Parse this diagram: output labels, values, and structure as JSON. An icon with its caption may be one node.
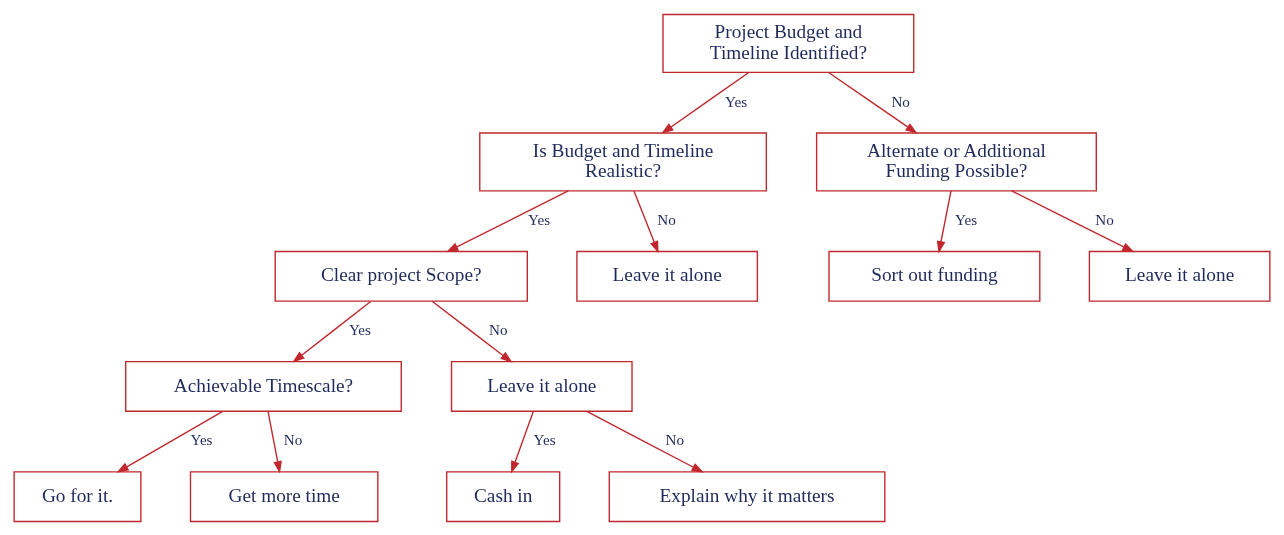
{
  "diagram": {
    "nodes": [
      {
        "text": [
          "Project Budget and Timeline Identified?"
        ]
      },
      {
        "text": [
          "Is Budget and Timeline Realistic?"
        ]
      },
      {
        "text": [
          "Alternate or Additional Funding Possible?"
        ]
      },
      {
        "text": [
          "Clear project Scope?"
        ]
      },
      {
        "text": [
          "Leave it alone"
        ]
      },
      {
        "text": [
          "Sort out funding"
        ]
      },
      {
        "text": [
          "Leave it alone"
        ]
      },
      {
        "text": [
          "Achievable Timescale?"
        ]
      },
      {
        "text": [
          "Leave it alone"
        ]
      },
      {
        "text": [
          "Go for it."
        ]
      },
      {
        "text": [
          "Get more time"
        ]
      },
      {
        "text": [
          "Cash in"
        ]
      },
      {
        "text": [
          "Explain why it matters"
        ]
      }
    ],
    "edges": [
      {
        "from": 0,
        "to": 1,
        "arrow": "to",
        "label": "Yes"
      },
      {
        "from": 0,
        "to": 2,
        "arrow": "to",
        "label": "No"
      },
      {
        "from": 1,
        "to": 3,
        "arrow": "to",
        "label": "Yes"
      },
      {
        "from": 1,
        "to": 4,
        "arrow": "to",
        "label": "No"
      },
      {
        "from": 2,
        "to": 5,
        "arrow": "to",
        "label": "Yes"
      },
      {
        "from": 2,
        "to": 6,
        "arrow": "to",
        "label": "No"
      },
      {
        "from": 3,
        "to": 7,
        "arrow": "to",
        "label": "Yes"
      },
      {
        "from": 3,
        "to": 8,
        "arrow": "to",
        "label": "No"
      },
      {
        "from": 7,
        "to": 9,
        "arrow": "to",
        "label": "Yes"
      },
      {
        "from": 7,
        "to": 10,
        "arrow": "to",
        "label": "No"
      },
      {
        "from": 8,
        "to": 11,
        "arrow": "to",
        "label": "Yes"
      },
      {
        "from": 8,
        "to": 12,
        "arrow": "to",
        "label": "No"
      }
    ]
  }
}
